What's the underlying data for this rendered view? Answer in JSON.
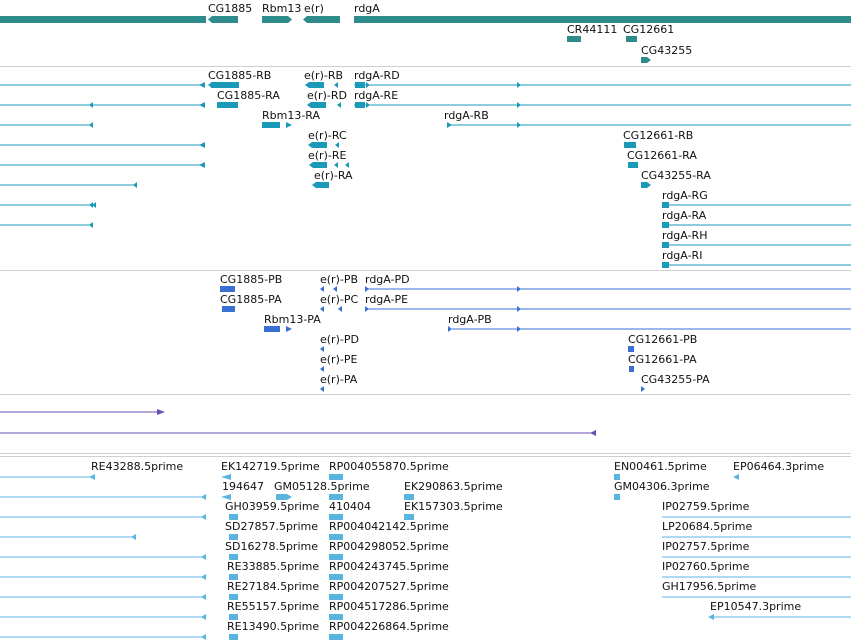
{
  "colors": {
    "gene": "#2e8b8b",
    "transcript": "#1a9ab8",
    "cds": "#3a6fd4",
    "misc": "#6a4fb0",
    "est": "#5ab4e0",
    "divider": "#cfcfcf"
  },
  "tracks": {
    "genes": {
      "labels": [
        "CG1885",
        "Rbm13",
        "e(r)",
        "rdgA",
        "CR44111",
        "CG12661",
        "CG43255"
      ]
    },
    "transcripts": {
      "labels": [
        "CG1885-RB",
        "e(r)-RB",
        "rdgA-RD",
        "CG1885-RA",
        "e(r)-RD",
        "rdgA-RE",
        "Rbm13-RA",
        "rdgA-RB",
        "e(r)-RC",
        "CG12661-RB",
        "e(r)-RE",
        "CG12661-RA",
        "e(r)-RA",
        "CG43255-RA",
        "rdgA-RG",
        "rdgA-RA",
        "rdgA-RH",
        "rdgA-RI"
      ]
    },
    "proteins": {
      "labels": [
        "CG1885-PB",
        "e(r)-PB",
        "rdgA-PD",
        "CG1885-PA",
        "e(r)-PC",
        "rdgA-PE",
        "Rbm13-PA",
        "rdgA-PB",
        "e(r)-PD",
        "CG12661-PB",
        "e(r)-PE",
        "CG12661-PA",
        "e(r)-PA",
        "CG43255-PA"
      ]
    },
    "ests": {
      "labels": [
        "RE43288.5prime",
        "EK142719.5prime",
        "RP004055870.5prime",
        "EN00461.5prime",
        "EP06464.3prime",
        "194647",
        "GM05128.5prime",
        "EK290863.5prime",
        "GM04306.3prime",
        "GH03959.5prime",
        "410404",
        "EK157303.5prime",
        "IP02759.5prime",
        "SD27857.5prime",
        "RP004042142.5prime",
        "LP20684.5prime",
        "SD16278.5prime",
        "RP004298052.5prime",
        "IP02757.5prime",
        "RE33885.5prime",
        "RP004243745.5prime",
        "IP02760.5prime",
        "RE27184.5prime",
        "RP004207527.5prime",
        "GH17956.5prime",
        "RE55157.5prime",
        "RP004517286.5prime",
        "EP10547.3prime",
        "RE13490.5prime",
        "RP004226864.5prime"
      ]
    }
  }
}
